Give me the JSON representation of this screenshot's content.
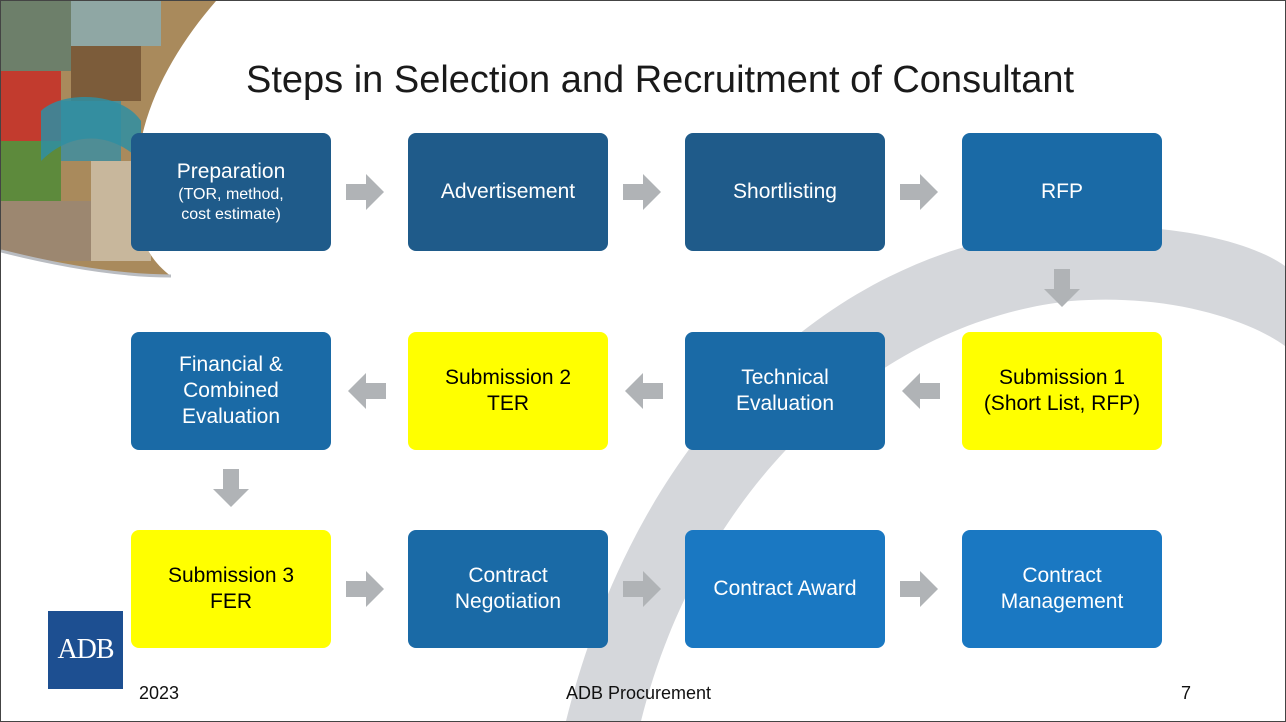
{
  "title": "Steps in Selection and Recruitment of Consultant",
  "colors": {
    "dark_blue": "#1f5b8a",
    "mid_blue": "#1a6aa6",
    "bright_blue": "#1a78c2",
    "yellow": "#ffff00",
    "arrow_gray": "#b0b3b6"
  },
  "steps": {
    "preparation": {
      "line1": "Preparation",
      "line2": "(TOR, method,",
      "line3": "cost estimate)"
    },
    "advertisement": {
      "line1": "Advertisement"
    },
    "shortlisting": {
      "line1": "Shortlisting"
    },
    "rfp": {
      "line1": "RFP"
    },
    "submission1": {
      "line1": "Submission 1",
      "line2": "(Short List, RFP)"
    },
    "technical": {
      "line1": "Technical",
      "line2": "Evaluation"
    },
    "submission2": {
      "line1": "Submission 2",
      "line2": "TER"
    },
    "financial": {
      "line1": "Financial &",
      "line2": "Combined",
      "line3": "Evaluation"
    },
    "submission3": {
      "line1": "Submission 3",
      "line2": "FER"
    },
    "negotiation": {
      "line1": "Contract",
      "line2": "Negotiation"
    },
    "award": {
      "line1": "Contract Award"
    },
    "management": {
      "line1": "Contract",
      "line2": "Management"
    }
  },
  "footer": {
    "year": "2023",
    "center": "ADB Procurement",
    "page": "7"
  },
  "logo": {
    "text": "ADB"
  },
  "icons": {
    "arrow": "arrow-right-icon"
  }
}
